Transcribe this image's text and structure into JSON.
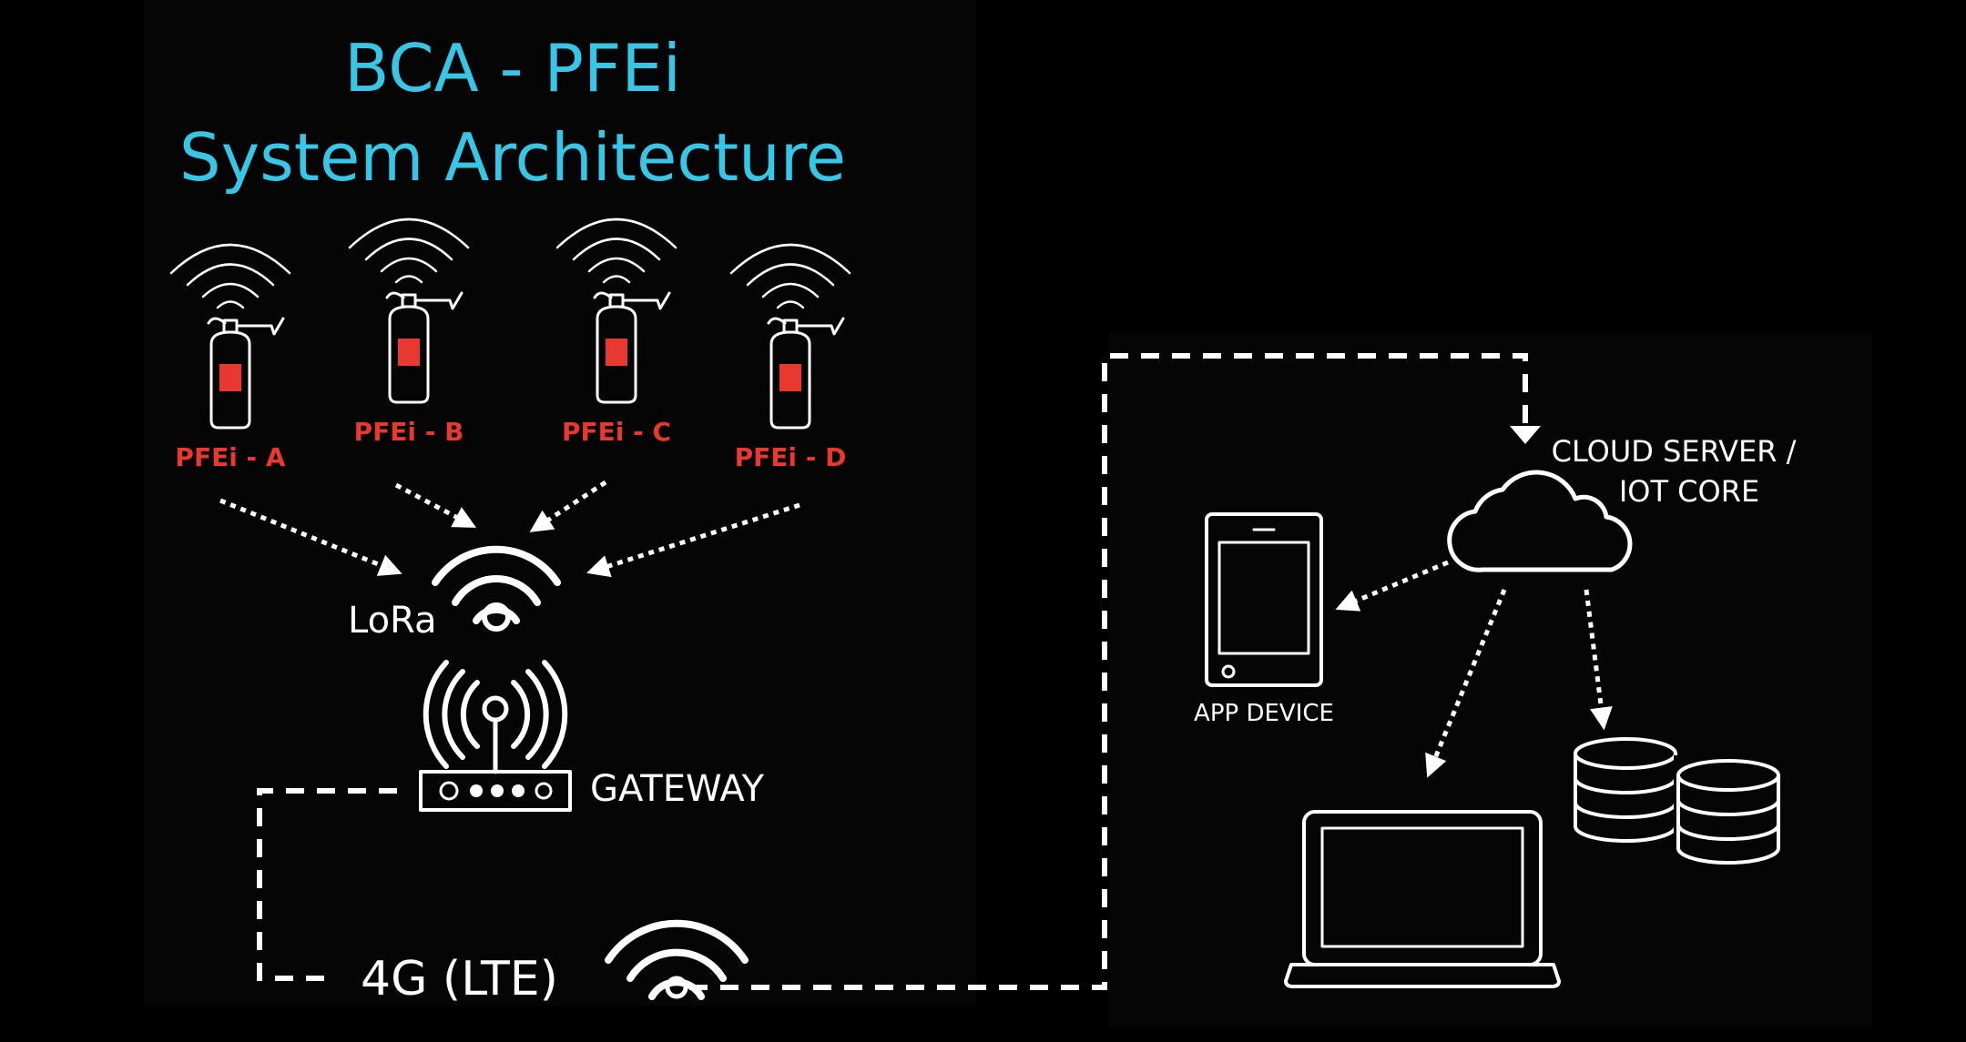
{
  "title": {
    "line1": "BCA - PFEi",
    "line2": "System Architecture"
  },
  "extinguishers": [
    {
      "label": "PFEi - A"
    },
    {
      "label": "PFEi - B"
    },
    {
      "label": "PFEi - C"
    },
    {
      "label": "PFEi - D"
    }
  ],
  "labels": {
    "lora": "LoRa",
    "gateway": "GATEWAY",
    "lte": "4G (LTE)",
    "cloud_line1": "CLOUD SERVER /",
    "cloud_line2": "IOT CORE",
    "app_device": "APP DEVICE"
  },
  "colors": {
    "background": "#000000",
    "title": "#38c6e6",
    "extinguisher_label": "#e8382f",
    "extinguisher_body": "#e8382f",
    "line": "#ffffff"
  },
  "icons": [
    "wifi-icon",
    "fire-extinguisher-icon",
    "antenna-icon",
    "router-icon",
    "cloud-icon",
    "tablet-icon",
    "laptop-icon",
    "database-icon"
  ]
}
